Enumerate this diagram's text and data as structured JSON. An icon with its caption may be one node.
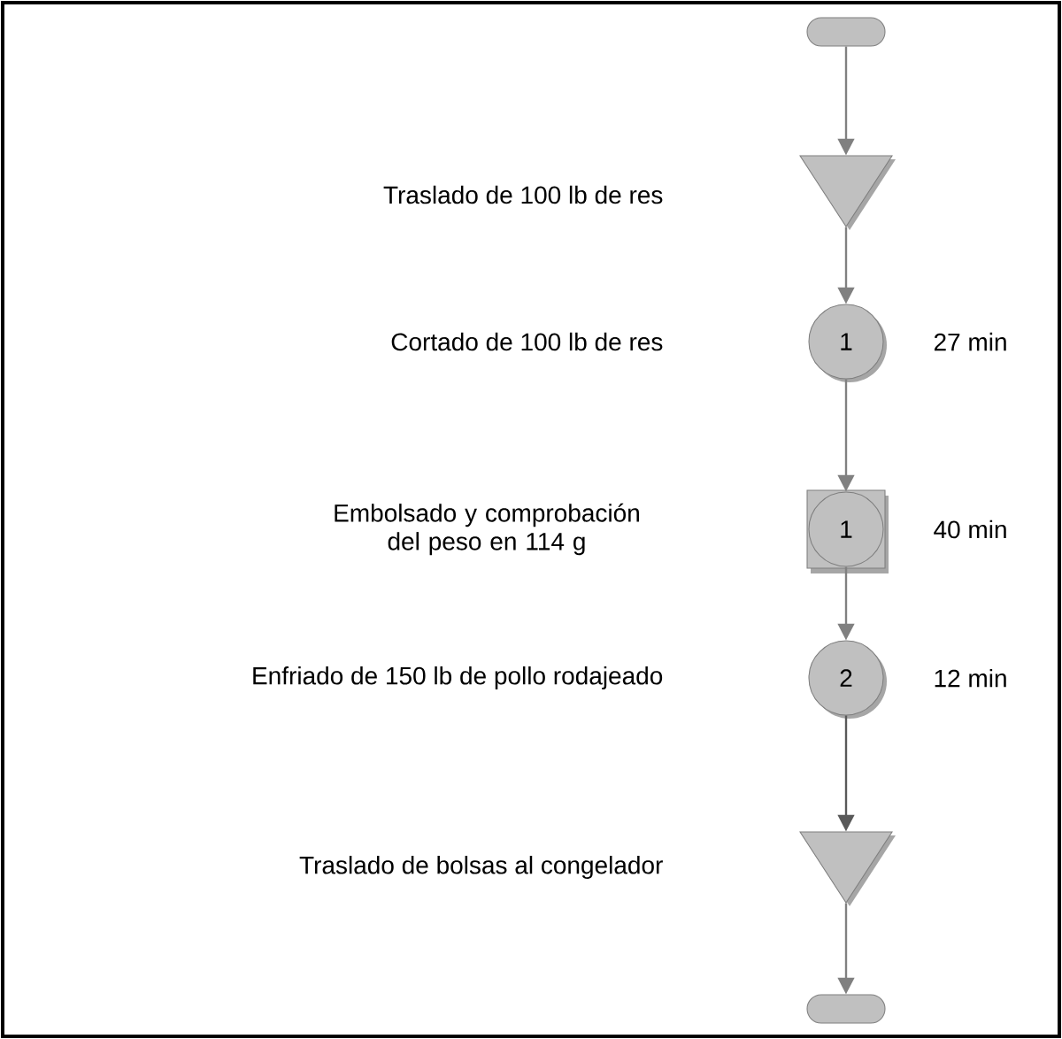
{
  "diagram": {
    "nodes": [
      {
        "text": [],
        "shape": "capsule"
      },
      {
        "text": [],
        "shape": "triangle"
      },
      {
        "text": [
          "1"
        ],
        "beside": [
          "27 min"
        ]
      },
      {
        "text": [
          "1"
        ],
        "beside": [
          "40 min"
        ]
      },
      {
        "text": [
          "2"
        ],
        "beside": [
          "12 min"
        ]
      },
      {
        "text": [],
        "shape": "triangle"
      },
      {
        "text": [],
        "shape": "capsule"
      }
    ],
    "edges": [
      {
        "from": 0,
        "to": 1,
        "arrow": "to"
      },
      {
        "from": 1,
        "to": 2,
        "arrow": "to"
      },
      {
        "from": 2,
        "to": 3,
        "arrow": "to"
      },
      {
        "from": 3,
        "to": 4,
        "arrow": "to"
      },
      {
        "from": 4,
        "to": 5,
        "arrow": "to",
        "color": "#595959"
      },
      {
        "from": 5,
        "to": 6,
        "arrow": "to"
      }
    ],
    "labels": [
      "Traslado de 100 lb de res",
      "Cortado de 100 lb de res",
      "Embolsado y comprobación del peso en 114 g",
      "Enfriado de 150 lb de pollo rodajeado",
      "Traslado de bolsas al congelador"
    ]
  }
}
